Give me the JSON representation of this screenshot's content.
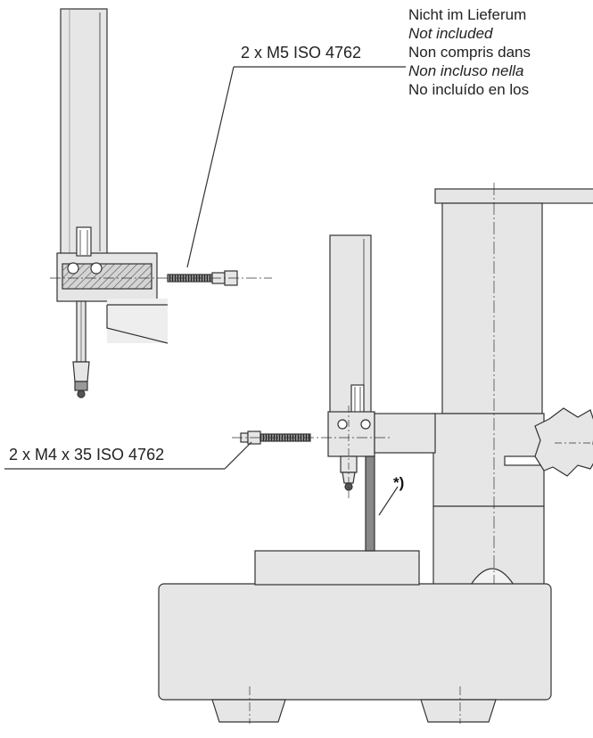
{
  "note_lines": [
    "Nicht im Lieferum",
    "Not included",
    "Non compris dans",
    "Non incluso nella",
    "No incluído en los"
  ],
  "labels": {
    "top_screw": "2 x M5 ISO 4762",
    "left_screw": "2 x M4 x 35 ISO 4762",
    "asterisk": "*)"
  },
  "colors": {
    "part_fill": "#e6e6e6",
    "dark_fill": "#bdbdbd",
    "line": "#333333"
  }
}
